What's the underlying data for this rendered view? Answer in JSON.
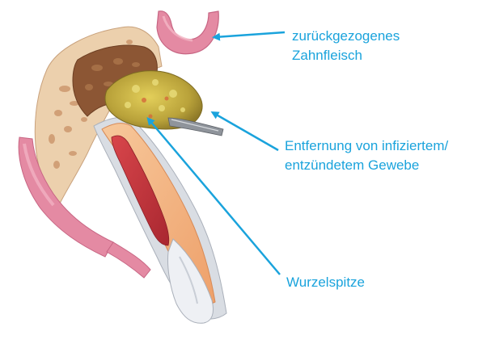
{
  "labels": {
    "receded_gum": {
      "line1": "zurückgezogenes",
      "line2": "Zahnfleisch"
    },
    "tissue_removal": {
      "line1": "Entfernung von infiziertem/",
      "line2": "entzündetem Gewebe"
    },
    "root_apex": {
      "line1": "Wurzelspitze"
    }
  },
  "colors": {
    "label_text": "#1aa3dc",
    "pointer_arrow": "#1aa3dc",
    "gum": "#e48aa3",
    "bone": "#e9c9a6",
    "bone_pores": "#c48a5e",
    "infected_tissue": "#c9b03a",
    "dentin": "#f2b07a",
    "pulp": "#c8333a",
    "root_sheath": "#cfd4dc"
  },
  "icons": {
    "pointer": "arrow-icon",
    "instrument": "curette-icon"
  }
}
